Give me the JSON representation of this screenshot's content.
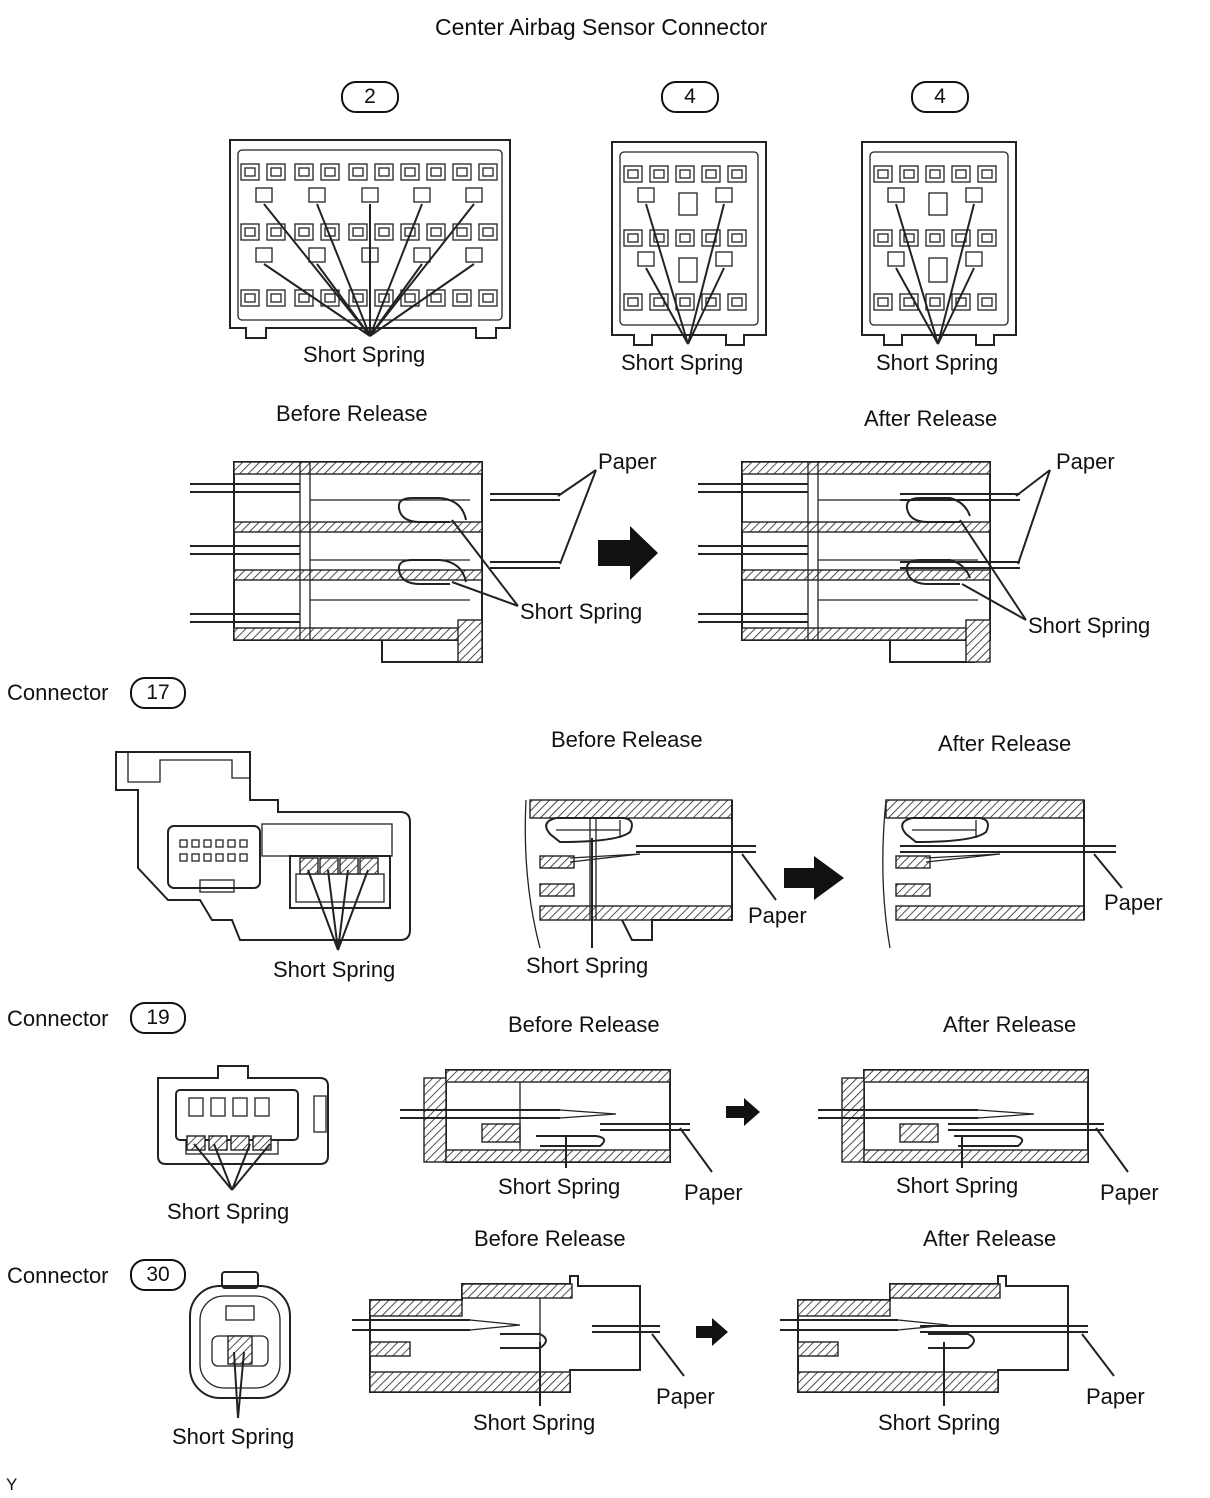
{
  "title": "Center Airbag Sensor Connector",
  "connector_word": "Connector",
  "terms": {
    "short_spring": "Short Spring",
    "paper": "Paper",
    "before_release": "Before Release",
    "after_release": "After Release"
  },
  "top_connectors": [
    {
      "badge": "2"
    },
    {
      "badge": "4"
    },
    {
      "badge": "4"
    }
  ],
  "connectors": [
    {
      "badge": "17"
    },
    {
      "badge": "19"
    },
    {
      "badge": "30"
    }
  ],
  "footer_mark": "Y"
}
